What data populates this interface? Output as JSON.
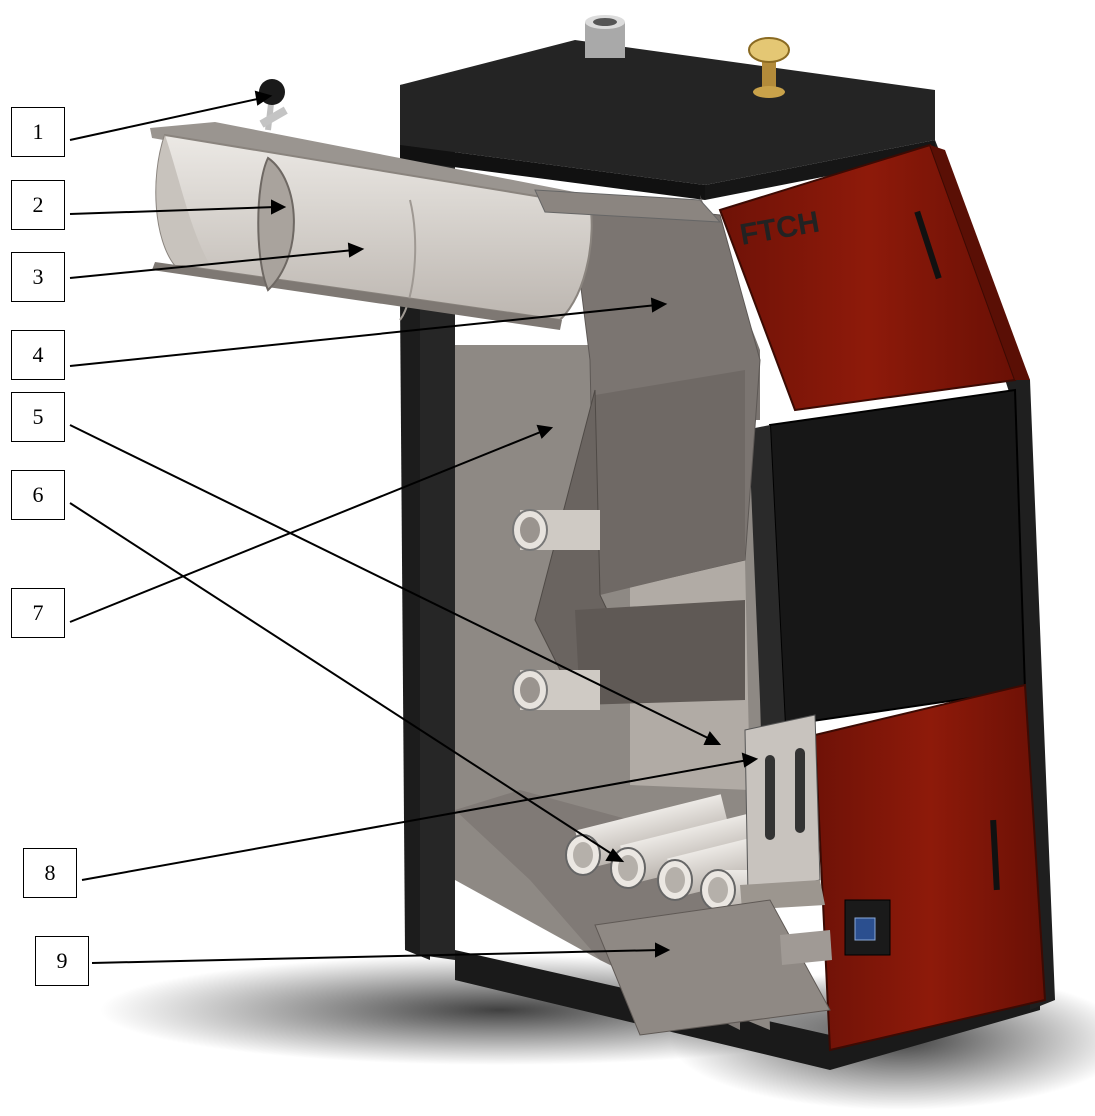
{
  "diagram": {
    "brand_text": "FTCH",
    "callouts": [
      {
        "id": "1",
        "label": "1"
      },
      {
        "id": "2",
        "label": "2"
      },
      {
        "id": "3",
        "label": "3"
      },
      {
        "id": "4",
        "label": "4"
      },
      {
        "id": "5",
        "label": "5"
      },
      {
        "id": "6",
        "label": "6"
      },
      {
        "id": "7",
        "label": "7"
      },
      {
        "id": "8",
        "label": "8"
      },
      {
        "id": "9",
        "label": "9"
      }
    ],
    "colors": {
      "body_black": "#1e1e1e",
      "door_red": "#7e1608",
      "door_red_highlight": "#a8220f",
      "interior_grey": "#8d8782",
      "interior_light": "#b6b0aa",
      "pipe_light": "#ddd9d4",
      "shadow": "#3a3a3a"
    }
  }
}
